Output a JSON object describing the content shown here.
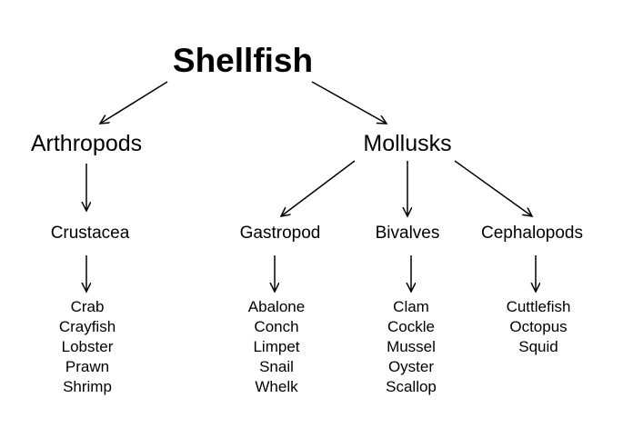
{
  "tree": {
    "root": "Shellfish",
    "branches": [
      {
        "label": "Arthropods",
        "groups": [
          {
            "label": "Crustacea",
            "items": [
              "Crab",
              "Crayfish",
              "Lobster",
              "Prawn",
              "Shrimp"
            ]
          }
        ]
      },
      {
        "label": "Mollusks",
        "groups": [
          {
            "label": "Gastropod",
            "items": [
              "Abalone",
              "Conch",
              "Limpet",
              "Snail",
              "Whelk"
            ]
          },
          {
            "label": "Bivalves",
            "items": [
              "Clam",
              "Cockle",
              "Mussel",
              "Oyster",
              "Scallop"
            ]
          },
          {
            "label": "Cephalopods",
            "items": [
              "Cuttlefish",
              "Octopus",
              "Squid"
            ]
          }
        ]
      }
    ]
  },
  "colors": {
    "text": "#000000",
    "lines": "#000000",
    "background": "#ffffff"
  }
}
